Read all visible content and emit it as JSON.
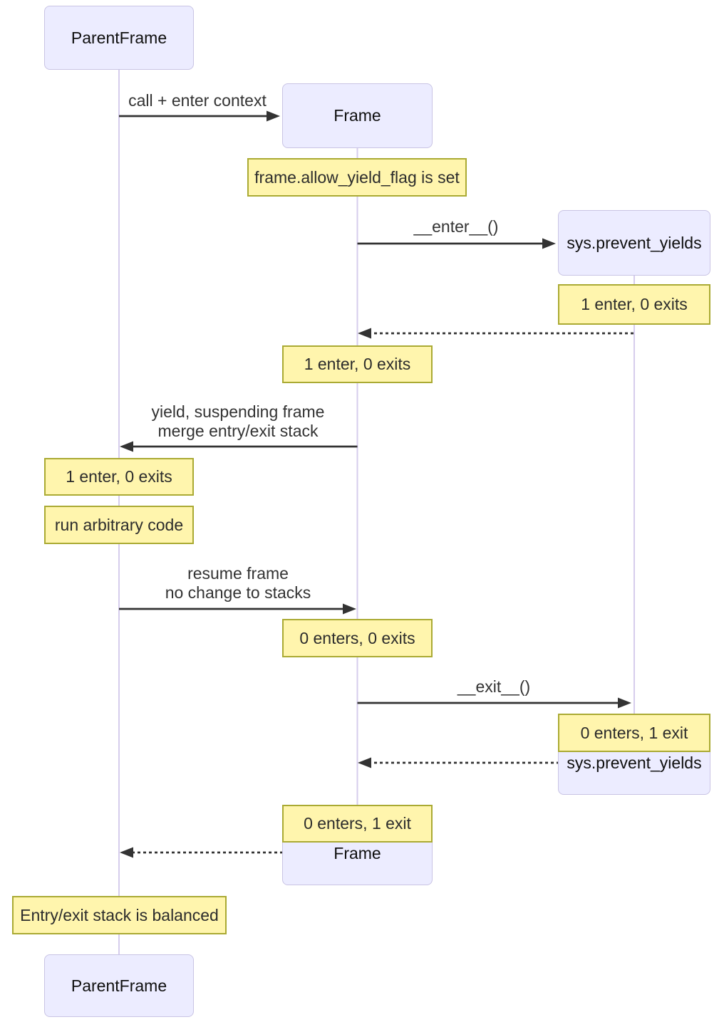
{
  "diagram_type": "sequence-diagram",
  "colors": {
    "participant_fill": "#ECECFF",
    "participant_border": "#C9C4E4",
    "note_fill": "#FFF5AD",
    "note_border": "#AAAA33",
    "lifeline": "#D6CDEC",
    "message_line": "#333333",
    "message_text": "#333333",
    "background": "#FFFFFF"
  },
  "actors": {
    "parentframe": {
      "label": "ParentFrame"
    },
    "frame": {
      "label": "Frame"
    },
    "sys": {
      "label": "sys.prevent_yields"
    }
  },
  "messages": {
    "call_enter_context": "call + enter context",
    "enter": "__enter__()",
    "yield_line1": "yield, suspending frame",
    "yield_line2": "merge entry/exit stack",
    "resume_line1": "resume frame",
    "resume_line2": "no change to stacks",
    "exit": "__exit__()"
  },
  "notes": {
    "allow_yield_flag": "frame.allow_yield_flag is set",
    "sys_after_enter": "1 enter, 0 exits",
    "frame_after_enter": "1 enter, 0 exits",
    "parent_after_yield": "1 enter, 0 exits",
    "run_arbitrary_code": "run arbitrary code",
    "frame_after_resume": "0 enters, 0 exits",
    "sys_after_exit": "0 enters, 1 exit",
    "frame_after_exit": "0 enters, 1 exit",
    "balanced": "Entry/exit stack is balanced"
  }
}
